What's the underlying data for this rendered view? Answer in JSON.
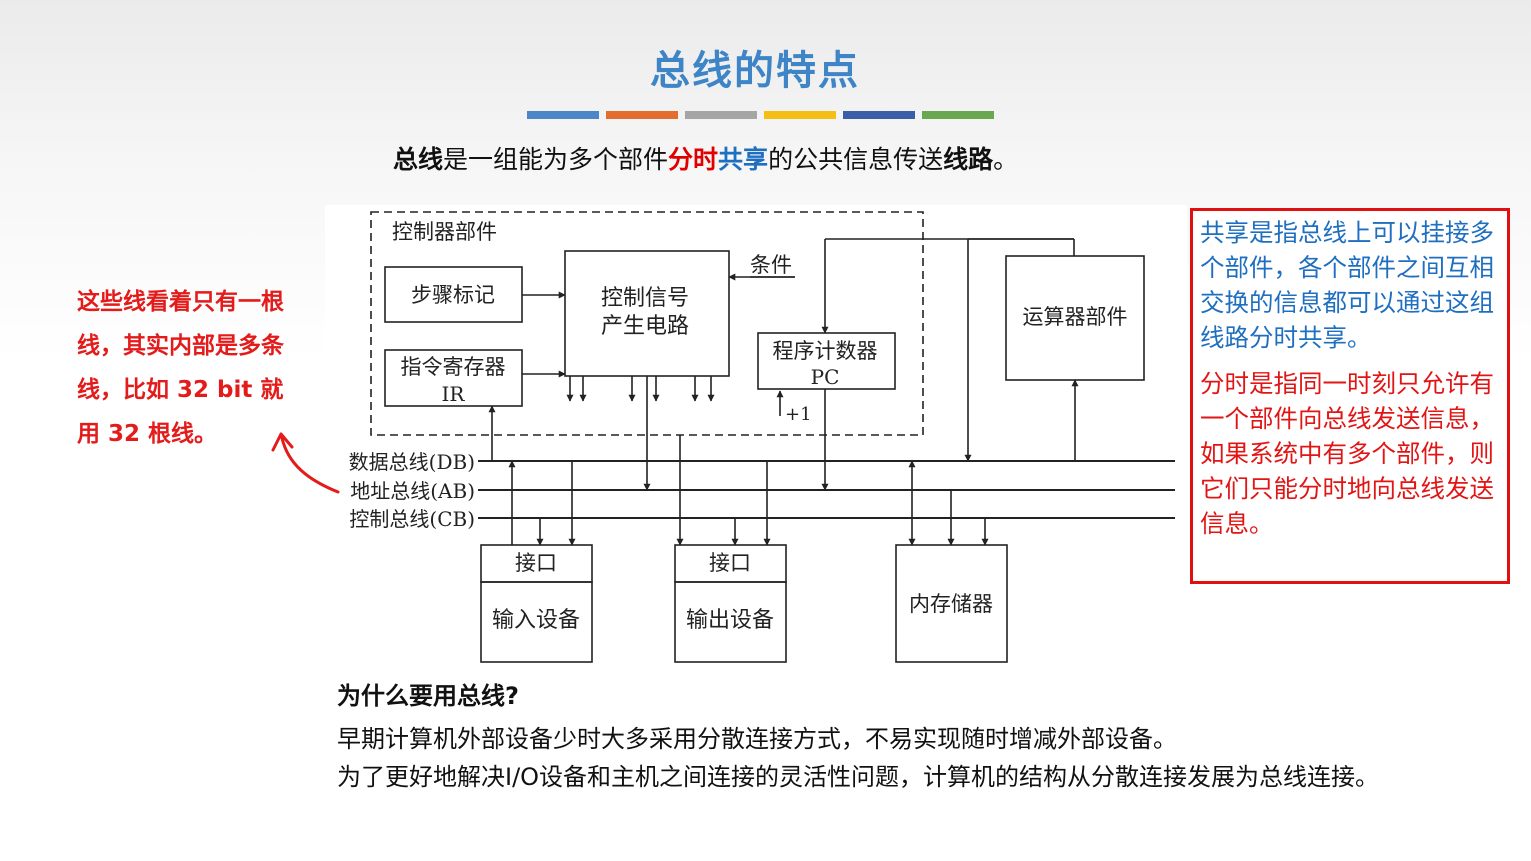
{
  "page": {
    "title": "总线的特点",
    "title_color": "#3d85c6",
    "color_bars": [
      "#4a86c8",
      "#e36c2f",
      "#a5a5a5",
      "#f5be13",
      "#3a5fa8",
      "#6aa84f"
    ]
  },
  "definition": {
    "part1": "总线",
    "part2": "是一组能为多个部件",
    "part3": "分时",
    "part4": "共享",
    "part5": "的公共信息传送",
    "part6": "线路",
    "part7": "。"
  },
  "diagram": {
    "controller_label": "控制器部件",
    "step_marker": "步骤标记",
    "signal_gen_line1": "控制信号",
    "signal_gen_line2": "产生电路",
    "instr_reg_line1": "指令寄存器",
    "instr_reg_line2": "IR",
    "condition": "条件",
    "pc_line1": "程序计数器",
    "pc_line2": "PC",
    "plus_one": "+1",
    "alu": "运算器部件",
    "data_bus": "数据总线(DB)",
    "addr_bus": "地址总线(AB)",
    "ctrl_bus": "控制总线(CB)",
    "interface1": "接口",
    "input_device": "输入设备",
    "interface2": "接口",
    "output_device": "输出设备",
    "memory": "内存储器"
  },
  "left_note": {
    "text": "这些线看着只有一根线，其实内部是多条线，比如 32 bit 就用 32 根线。",
    "color": "#e31b1b"
  },
  "right_box": {
    "shared": "共享是指总线上可以挂接多个部件，各个部件之间互相交换的信息都可以通过这组线路分时共享。",
    "time_share": "分时是指同一时刻只允许有一个部件向总线发送信息，如果系统中有多个部件，则它们只能分时地向总线发送信息。",
    "border_color": "#e01010"
  },
  "why": {
    "title": "为什么要用总线?",
    "line1": "早期计算机外部设备少时大多采用分散连接方式，不易实现随时增减外部设备。",
    "line2": "为了更好地解决I/O设备和主机之间连接的灵活性问题，计算机的结构从分散连接发展为总线连接。"
  }
}
